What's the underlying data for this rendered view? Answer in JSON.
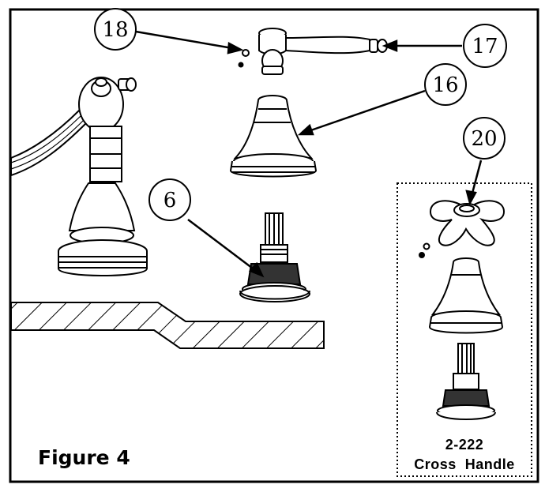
{
  "figure": {
    "title": "Figure 4",
    "inset": {
      "model": "2-222",
      "name": "Cross  Handle"
    }
  },
  "callouts": [
    {
      "id": "18",
      "label": "18"
    },
    {
      "id": "17",
      "label": "17"
    },
    {
      "id": "16",
      "label": "16"
    },
    {
      "id": "20",
      "label": "20"
    },
    {
      "id": "6",
      "label": "6"
    }
  ],
  "parts": [
    "lever-handle",
    "set-screw",
    "bell-escutcheon",
    "valve-cartridge",
    "spout-body",
    "cross-handle",
    "mounting-deck"
  ]
}
